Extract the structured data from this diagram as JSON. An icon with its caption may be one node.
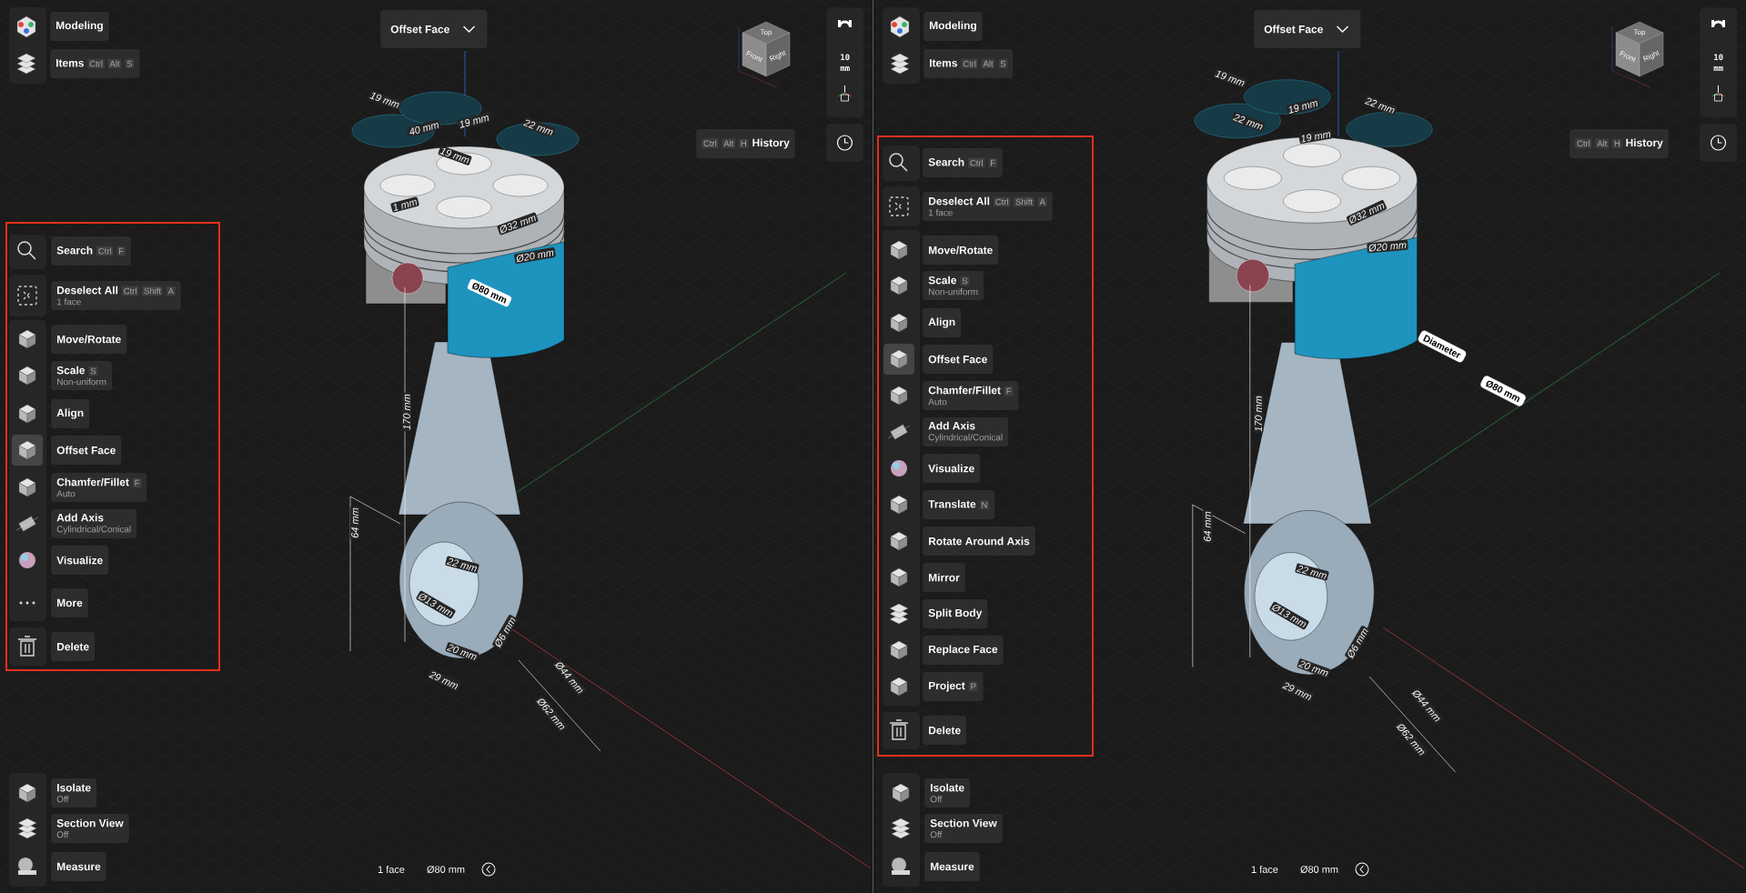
{
  "diagram": {
    "nodes": [
      {
        "text": [
          "Modeling"
        ]
      },
      {
        "text": [
          "Items",
          "Ctrl",
          "Alt",
          "S"
        ]
      },
      {
        "text": [
          "Offset Face"
        ]
      },
      {
        "text": [
          "10 mm"
        ]
      },
      {
        "text": [
          "Ctrl",
          "Alt",
          "H",
          "History"
        ]
      },
      {
        "text": [],
        "shape": "box"
      },
      {
        "text": [
          "Search",
          "Ctrl",
          "F"
        ],
        "in": 5
      },
      {
        "text": [
          "Deselect All",
          "Ctrl",
          "Shift",
          "A",
          "1 face"
        ],
        "in": 5
      },
      {
        "text": [
          "Move/Rotate"
        ],
        "in": 5
      },
      {
        "text": [
          "Scale",
          "S",
          "Non-uniform"
        ],
        "in": 5
      },
      {
        "text": [
          "Align"
        ],
        "in": 5
      },
      {
        "text": [
          "Offset Face"
        ],
        "in": 5
      },
      {
        "text": [
          "Chamfer/Fillet",
          "F",
          "Auto"
        ],
        "in": 5
      },
      {
        "text": [
          "Add Axis",
          "Cylindrical/Conical"
        ],
        "in": 5
      },
      {
        "text": [
          "Visualize"
        ],
        "in": 5
      },
      {
        "text": [
          "More"
        ],
        "in": 5
      },
      {
        "text": [
          "Delete"
        ],
        "in": 5
      },
      {
        "text": [
          "Isolate",
          "Off"
        ]
      },
      {
        "text": [
          "Section View",
          "Off"
        ]
      },
      {
        "text": [
          "Measure"
        ]
      },
      {
        "text": [
          "Ø80 mm"
        ]
      },
      {
        "text": [
          "Modeling"
        ]
      },
      {
        "text": [
          "Items",
          "Ctrl",
          "Alt",
          "S"
        ]
      },
      {
        "text": [
          "Offset Face"
        ]
      },
      {
        "text": [
          "10 mm"
        ]
      },
      {
        "text": [
          "Ctrl",
          "Alt",
          "H",
          "History"
        ]
      },
      {
        "text": [],
        "shape": "box"
      },
      {
        "text": [
          "Search",
          "Ctrl",
          "F"
        ],
        "in": 26
      },
      {
        "text": [
          "Deselect All",
          "Ctrl",
          "Shift",
          "A",
          "1 face"
        ],
        "in": 26
      },
      {
        "text": [
          "Move/Rotate"
        ],
        "in": 26
      },
      {
        "text": [
          "Scale",
          "S",
          "Non-uniform"
        ],
        "in": 26
      },
      {
        "text": [
          "Align"
        ],
        "in": 26
      },
      {
        "text": [
          "Offset Face"
        ],
        "in": 26
      },
      {
        "text": [
          "Chamfer/Fillet",
          "F",
          "Auto"
        ],
        "in": 26
      },
      {
        "text": [
          "Add Axis",
          "Cylindrical/Conical"
        ],
        "in": 26
      },
      {
        "text": [
          "Visualize"
        ],
        "in": 26
      },
      {
        "text": [
          "Translate",
          "N"
        ],
        "in": 26
      },
      {
        "text": [
          "Rotate Around Axis"
        ],
        "in": 26
      },
      {
        "text": [
          "Mirror"
        ],
        "in": 26
      },
      {
        "text": [
          "Split Body"
        ],
        "in": 26
      },
      {
        "text": [
          "Replace Face"
        ],
        "in": 26
      },
      {
        "text": [
          "Project",
          "P"
        ],
        "in": 26
      },
      {
        "text": [
          "Delete"
        ],
        "in": 26
      },
      {
        "text": [
          "Isolate",
          "Off"
        ]
      },
      {
        "text": [
          "Section View",
          "Off"
        ]
      },
      {
        "text": [
          "Measure"
        ]
      },
      {
        "text": [
          "Diameter"
        ]
      },
      {
        "text": [
          "Ø80 mm"
        ]
      }
    ],
    "labels": [
      "Top",
      "Front",
      "Right",
      "19 mm",
      "40 mm",
      "19 mm",
      "19 mm",
      "22 mm",
      "1 mm",
      "Ø32 mm",
      "Ø20 mm",
      "170 mm",
      "64 mm",
      "22 mm",
      "Ø13 mm",
      "Ø6 mm",
      "20 mm",
      "29 mm",
      "Ø44 mm",
      "Ø62 mm",
      "1 face",
      "Ø80 mm",
      "Top",
      "Front",
      "Right",
      "19 mm",
      "22 mm",
      "19 mm",
      "19 mm",
      "22 mm",
      "Ø32 mm",
      "Ø20 mm",
      "170 mm",
      "64 mm",
      "22 mm",
      "Ø13 mm",
      "Ø6 mm",
      "20 mm",
      "29 mm",
      "Ø44 mm",
      "Ø62 mm",
      "1 face",
      "Ø80 mm"
    ]
  }
}
